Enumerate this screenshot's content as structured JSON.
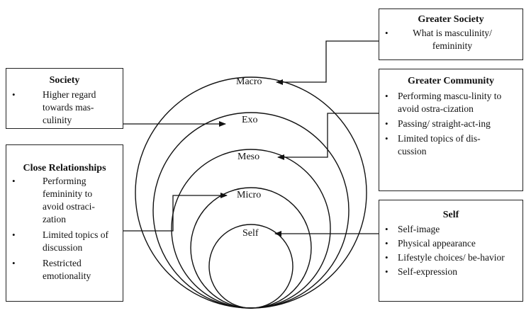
{
  "circles": {
    "macro": "Macro",
    "exo": "Exo",
    "meso": "Meso",
    "micro": "Micro",
    "self": "Self"
  },
  "boxes": {
    "greater_society": {
      "title": "Greater Society",
      "items": [
        "What is masculinity/ femininity"
      ]
    },
    "society": {
      "title": "Society",
      "items": [
        "Higher regard towards mas-culinity"
      ]
    },
    "greater_community": {
      "title": "Greater Community",
      "items": [
        "Performing mascu-linity to avoid ostra-cization",
        "Passing/ straight-act-ing",
        "Limited topics of dis-cussion"
      ]
    },
    "close_relationships": {
      "title": "Close Relationships",
      "items": [
        "Performing femininity to avoid ostraci-zation",
        "Limited topics of discussion",
        "Restricted emotionality"
      ]
    },
    "self": {
      "title": "Self",
      "items": [
        "Self-image",
        "Physical appearance",
        "Lifestyle choices/ be-havior",
        "Self-expression"
      ]
    }
  }
}
